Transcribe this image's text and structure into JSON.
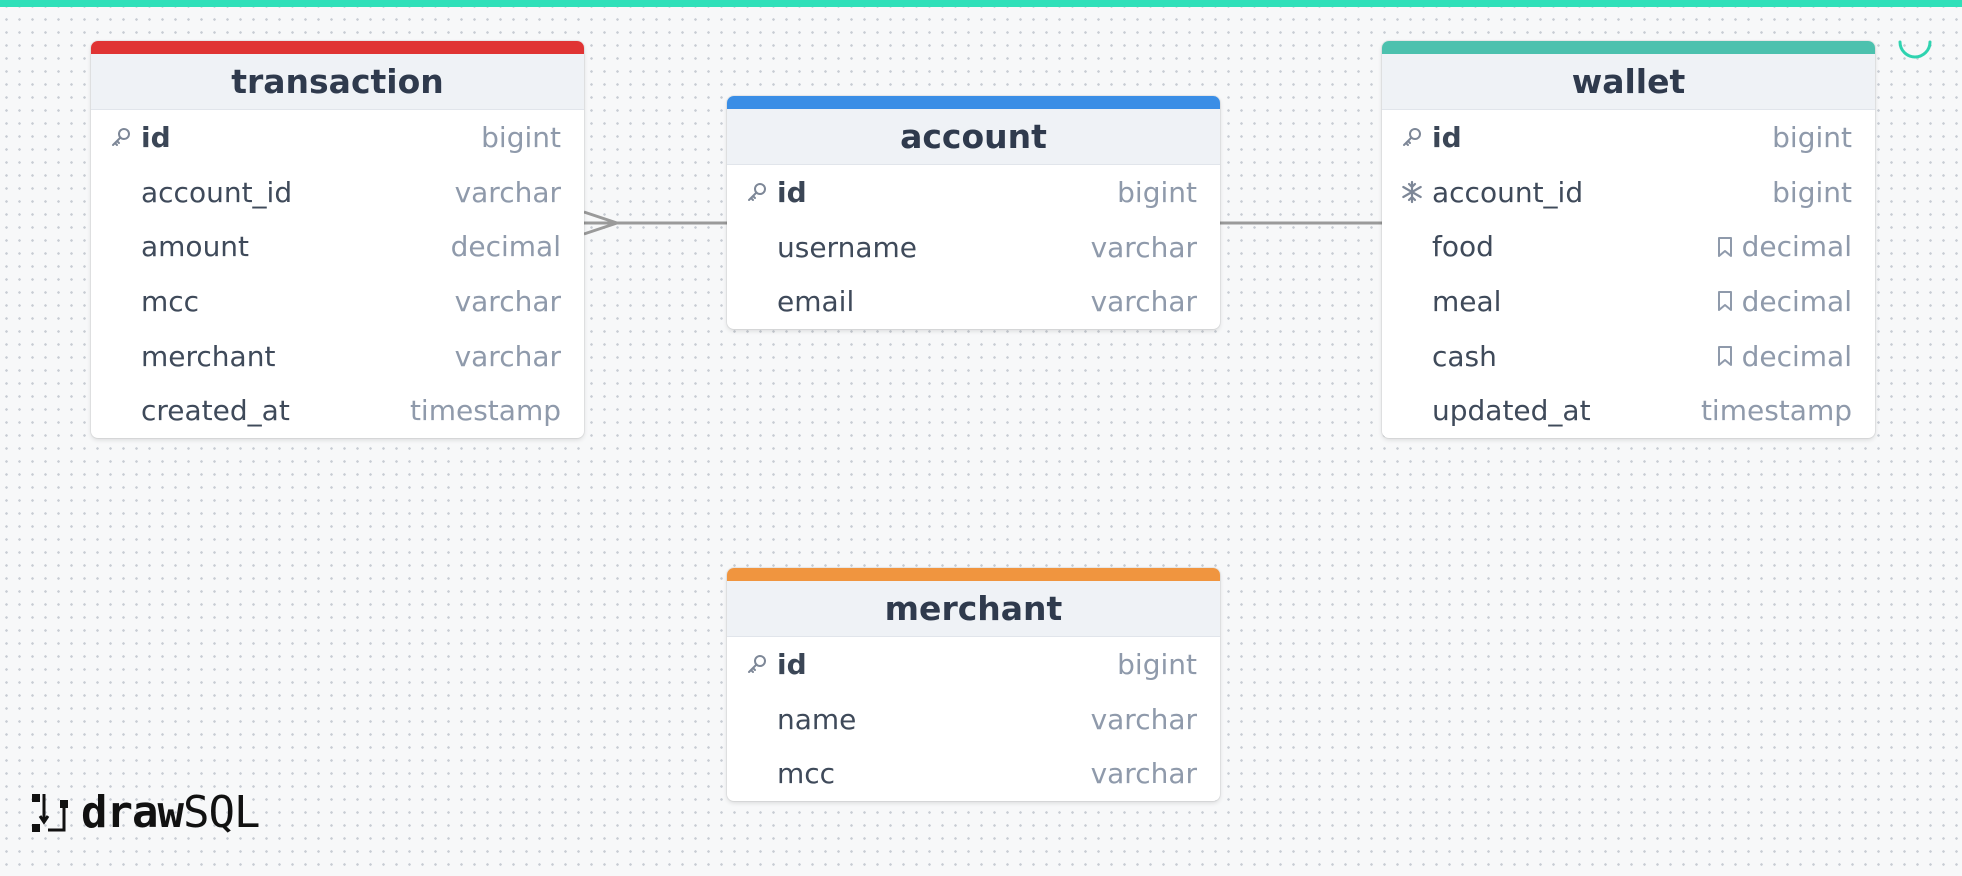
{
  "brand": {
    "draw": "draw",
    "sql": "SQL"
  },
  "colors": {
    "top_bar": "#2fe0b9",
    "transaction": "#e03434",
    "account": "#3a8ee6",
    "wallet": "#4cc1ae",
    "merchant": "#f0953f"
  },
  "tables": {
    "transaction": {
      "name": "transaction",
      "columns": [
        {
          "name": "id",
          "type": "bigint",
          "key": "primary"
        },
        {
          "name": "account_id",
          "type": "varchar"
        },
        {
          "name": "amount",
          "type": "decimal"
        },
        {
          "name": "mcc",
          "type": "varchar"
        },
        {
          "name": "merchant",
          "type": "varchar"
        },
        {
          "name": "created_at",
          "type": "timestamp"
        }
      ]
    },
    "account": {
      "name": "account",
      "columns": [
        {
          "name": "id",
          "type": "bigint",
          "key": "primary"
        },
        {
          "name": "username",
          "type": "varchar"
        },
        {
          "name": "email",
          "type": "varchar"
        }
      ]
    },
    "wallet": {
      "name": "wallet",
      "columns": [
        {
          "name": "id",
          "type": "bigint",
          "key": "primary"
        },
        {
          "name": "account_id",
          "type": "bigint",
          "key": "unique"
        },
        {
          "name": "food",
          "type": "decimal",
          "note": true
        },
        {
          "name": "meal",
          "type": "decimal",
          "note": true
        },
        {
          "name": "cash",
          "type": "decimal",
          "note": true
        },
        {
          "name": "updated_at",
          "type": "timestamp"
        }
      ]
    },
    "merchant": {
      "name": "merchant",
      "columns": [
        {
          "name": "id",
          "type": "bigint",
          "key": "primary"
        },
        {
          "name": "name",
          "type": "varchar"
        },
        {
          "name": "mcc",
          "type": "varchar"
        }
      ]
    }
  },
  "relations": [
    {
      "from": "transaction.account_id",
      "to": "account.id",
      "cardinality": "many-to-one"
    },
    {
      "from": "account.id",
      "to": "wallet.account_id",
      "cardinality": "one-to-one"
    }
  ]
}
